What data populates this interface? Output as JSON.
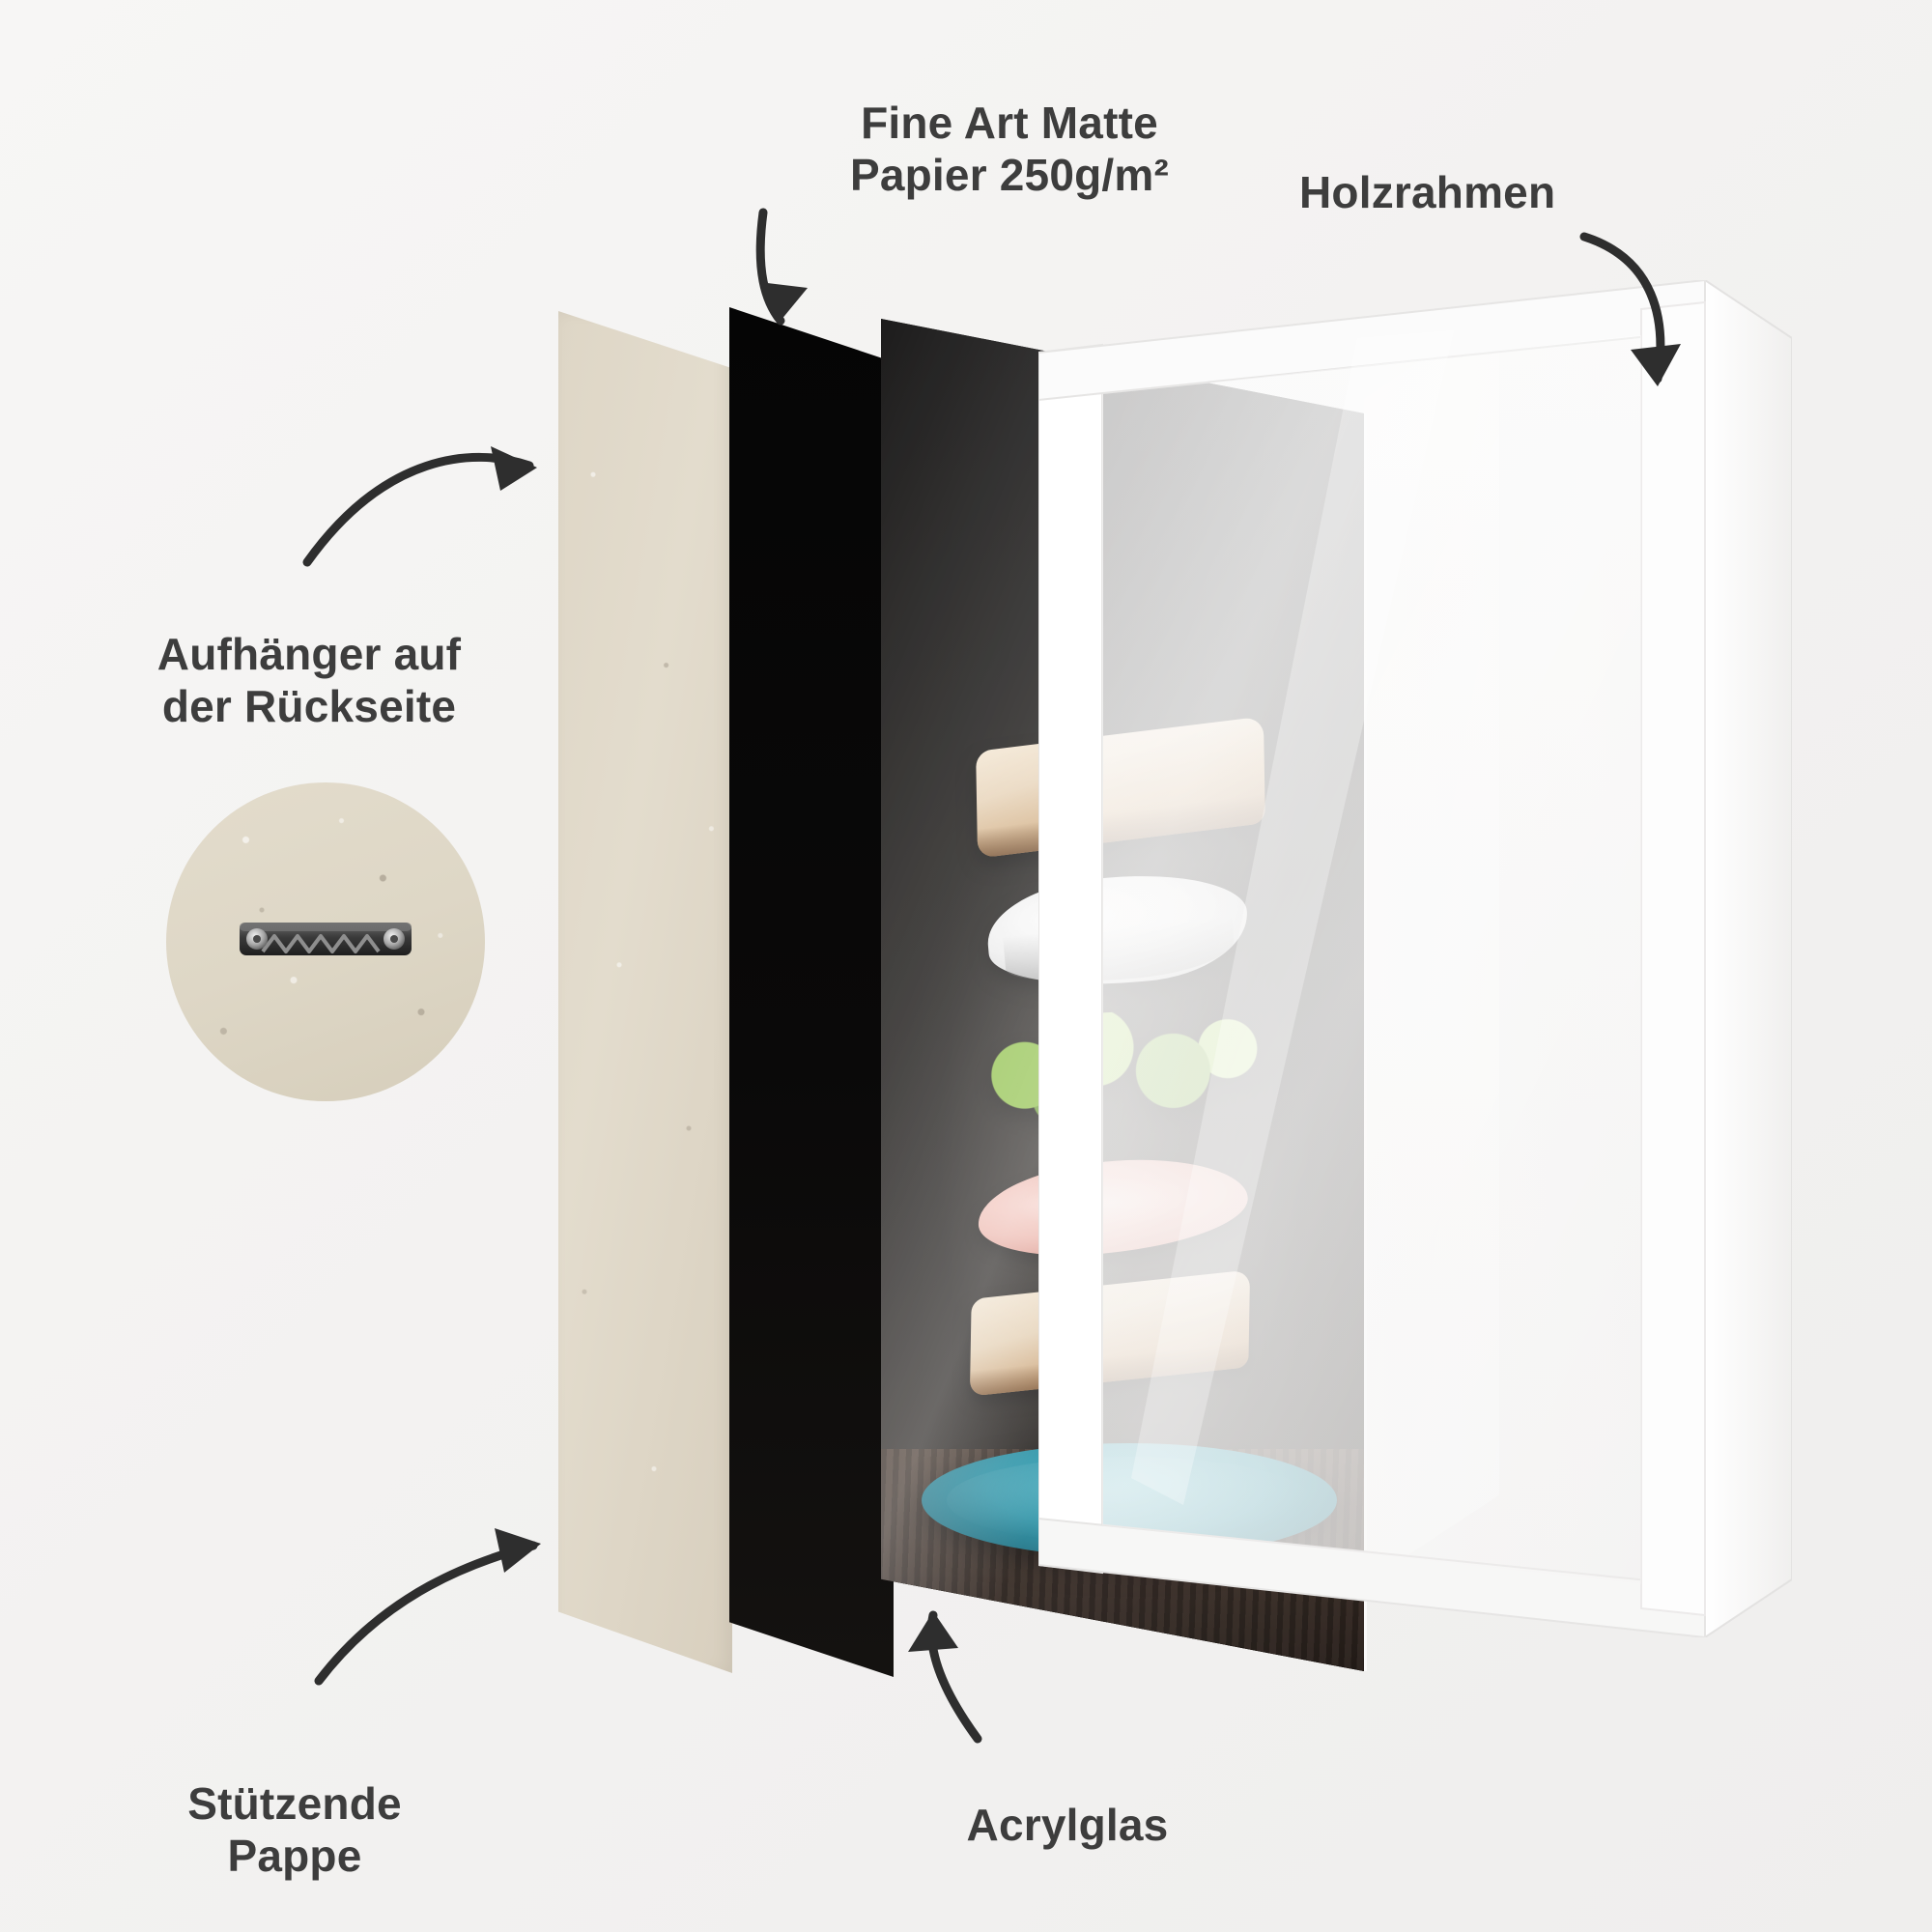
{
  "diagram": {
    "title": "Bilderrahmen Aufbau",
    "background_color": "#f4f3f2",
    "labels": {
      "paper": "Fine Art Matte\nPapier 250g/m²",
      "frame": "Holzrahmen",
      "hanger": "Aufhänger auf\nder Rückseite",
      "cardboard": "Stützende\nPappe",
      "acrylic": "Acrylglas"
    },
    "layers": [
      {
        "name": "cardboard",
        "label": "Stützende Pappe",
        "color": "#ded6c6"
      },
      {
        "name": "print",
        "label": "Fine Art Matte Papier 250g/m²",
        "color": "#0a0909"
      },
      {
        "name": "acrylic",
        "label": "Acrylglas",
        "color": "#ffffff"
      },
      {
        "name": "frame",
        "label": "Holzrahmen",
        "color": "#ffffff"
      }
    ],
    "artwork": {
      "subject": "Schwebendes Sandwich",
      "elements": [
        "bread-top-slice",
        "cheese-slice",
        "lettuce-leaf",
        "ham-slice",
        "bread-bottom-slice",
        "teal-plate",
        "wooden-table"
      ],
      "plate_color": "#1f8ba0",
      "background_color": "#141210"
    },
    "hanger_detail": {
      "label": "Aufhänger auf der Rückseite",
      "hardware_color": "#3c3c3c",
      "backing_color": "#ded6c6"
    },
    "arrows": {
      "count": 5,
      "color": "#2e2e2e"
    }
  }
}
